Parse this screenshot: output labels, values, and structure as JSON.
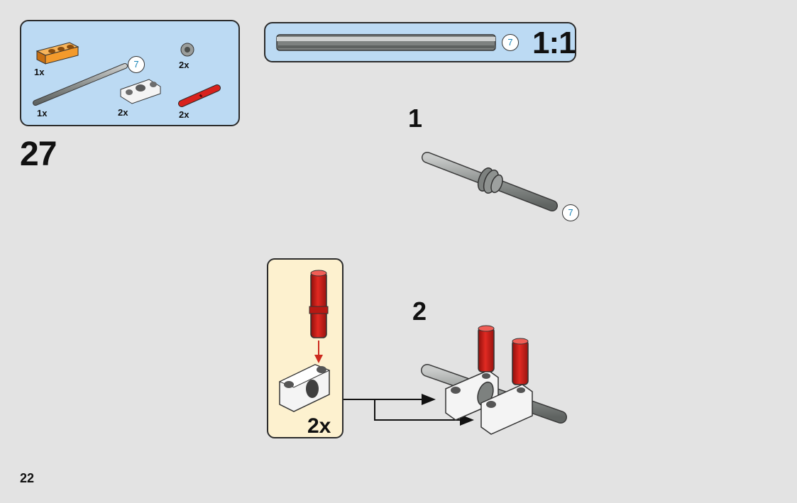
{
  "page": {
    "number": "22"
  },
  "step": {
    "number": "27"
  },
  "parts_list": {
    "items": [
      {
        "name": "orange-beam-3",
        "qty": "1x",
        "color": "#f39a2c"
      },
      {
        "name": "grey-axle-7",
        "qty": "1x",
        "length": "7",
        "color": "#8d918f"
      },
      {
        "name": "grey-bush",
        "qty": "2x",
        "color": "#9a9d9b"
      },
      {
        "name": "white-axle-pin-connector",
        "qty": "2x",
        "color": "#f4f4f4"
      },
      {
        "name": "red-axle-pin",
        "qty": "2x",
        "color": "#d8221d"
      }
    ]
  },
  "scale_box": {
    "axle_length": "7",
    "scale_label": "1:1"
  },
  "substeps": [
    {
      "number": "1",
      "axle_length": "7"
    },
    {
      "number": "2"
    }
  ],
  "subassembly": {
    "multiplier": "2x"
  },
  "colors": {
    "panel_blue": "#bcdaf3",
    "panel_cream": "#fdf1cf",
    "background": "#e3e3e3",
    "length_badge_text": "#1a86b8",
    "arrow_red": "#cc2a1e"
  }
}
